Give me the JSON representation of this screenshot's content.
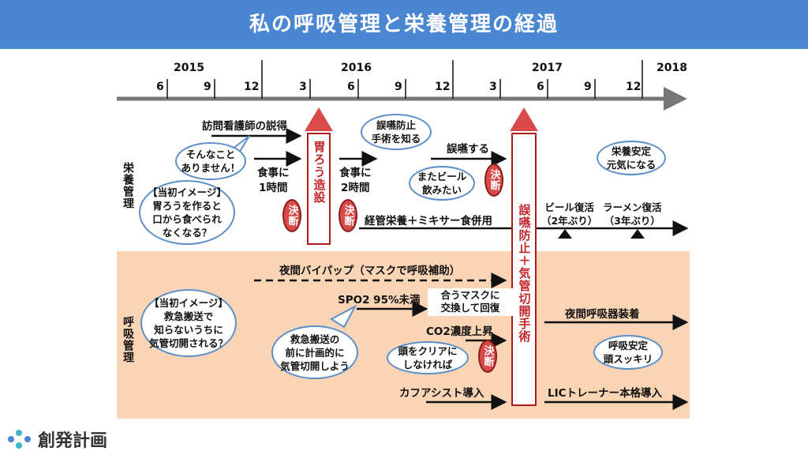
{
  "title": "私の呼吸管理と栄養管理の経過",
  "timeline": {
    "years": [
      "2015",
      "2016",
      "2017",
      "2018"
    ],
    "months": [
      "6",
      "9",
      "12",
      "3",
      "6",
      "9",
      "12",
      "3",
      "6",
      "9",
      "12"
    ]
  },
  "rows": {
    "nutrition": "栄養管理",
    "respiratory": "呼吸管理"
  },
  "nutrition": {
    "nurse_persuasion": "訪問看護師の説得",
    "meal_1h": "食事に\n1時間",
    "meal_2h": "食事に\n2時間",
    "gastrostomy": "胃ろう造設",
    "tube_feeding": "経管栄養＋ミキサー食併用",
    "aspiration": "誤嚥する",
    "beer": "ビール復活\n（2年ぶり）",
    "ramen": "ラーメン復活\n（3年ぶり）"
  },
  "surgery_box": "誤嚥防止＋気管切開手術",
  "respiratory": {
    "bipap": "夜間バイパップ（マスクで呼吸補助）",
    "spo2": "SPO2 95%未満",
    "mask_note": "合うマスクに\n交換して回復",
    "co2": "CO2濃度上昇",
    "cough_assist": "カフアシスト導入",
    "night_vent": "夜間呼吸器装着",
    "lic": "LICトレーナー本格導入"
  },
  "decision_label": "決断",
  "bubbles": {
    "no_way": "そんなこと\nありません！",
    "initial_nutrition": "【当初イメージ】\n胃ろうを作ると\n口から食べられ\nなくなる？",
    "aspiration_surgery": "誤嚥防止\n手術を知る",
    "want_beer": "またビール\n飲みたい",
    "stable_nutrition": "栄養安定\n元気になる",
    "initial_respiratory": "【当初イメージ】\n救急搬送で\n知らないうちに\n気管切開される？",
    "planned_tracheotomy": "救急搬送の\n前に計画的に\n気管切開しよう",
    "clear_head": "頭をクリアに\nしなければ",
    "stable_resp": "呼吸安定\n頭スッキリ"
  },
  "logo": "創発計画",
  "colors": {
    "header": "#4a86d1",
    "resp_bg": "#f9d4b5",
    "decision": "#d94a4a",
    "box_border": "#b01b1b",
    "bubble_border": "#5b8fc8"
  }
}
